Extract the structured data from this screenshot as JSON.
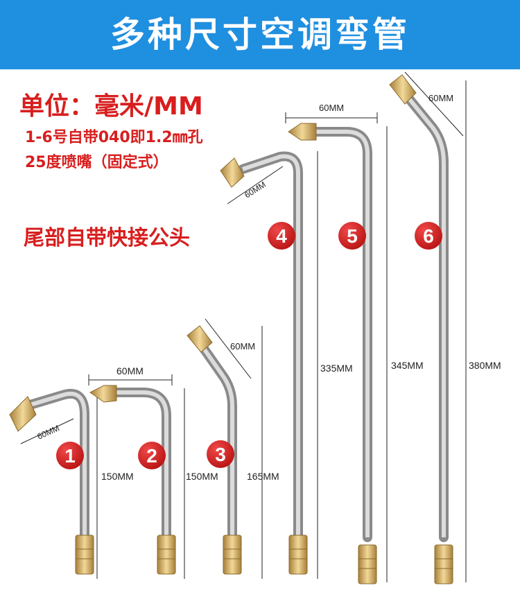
{
  "banner": {
    "title": "多种尺寸空调弯管"
  },
  "specs": {
    "unit": "单位：毫米/MM",
    "line1": "1-6号自带040即1.2㎜孔",
    "line2": "25度喷嘴（固定式）",
    "tail": "尾部自带快接公头"
  },
  "tubes": [
    {
      "number": "1",
      "tip_label": "60MM",
      "length_label": "150MM"
    },
    {
      "number": "2",
      "tip_label": "60MM",
      "length_label": "150MM"
    },
    {
      "number": "3",
      "tip_label": "60MM",
      "length_label": "165MM"
    },
    {
      "number": "4",
      "tip_label": "60MM",
      "length_label": "335MM"
    },
    {
      "number": "5",
      "tip_label": "60MM",
      "length_label": "345MM"
    },
    {
      "number": "6",
      "tip_label": "60MM",
      "length_label": "380MM"
    }
  ],
  "colors": {
    "banner": "#1f8fe0",
    "accent": "#d81e1e",
    "brass": "#d8b56a",
    "steel": "#b9b9b9"
  }
}
